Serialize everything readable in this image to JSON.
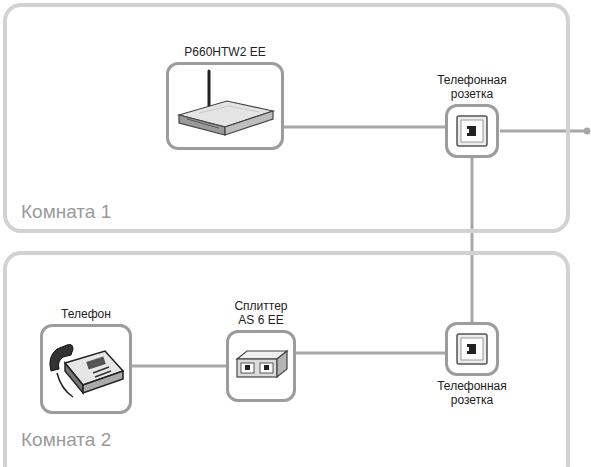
{
  "diagram": {
    "nodes": [
      {
        "text": [
          "Комната 1"
        ]
      },
      {
        "text": [
          "P660HTW2 EE"
        ],
        "in": 0
      },
      {
        "text": [
          "Телефонная розетка"
        ],
        "in": 0
      },
      {
        "text": [
          "Комната 2"
        ]
      },
      {
        "text": [
          "Телефон"
        ],
        "in": 3
      },
      {
        "text": [
          "Сплиттер AS 6 EE"
        ],
        "in": 3
      },
      {
        "text": [
          "Телефонная розетка"
        ],
        "in": 3
      }
    ],
    "edges": [
      {
        "from": 1,
        "to": 2,
        "arrow": "none"
      },
      {
        "from": 2,
        "to": 6,
        "arrow": "none"
      },
      {
        "from": 4,
        "to": 5,
        "arrow": "none"
      },
      {
        "from": 5,
        "to": 6,
        "arrow": "none"
      }
    ]
  }
}
